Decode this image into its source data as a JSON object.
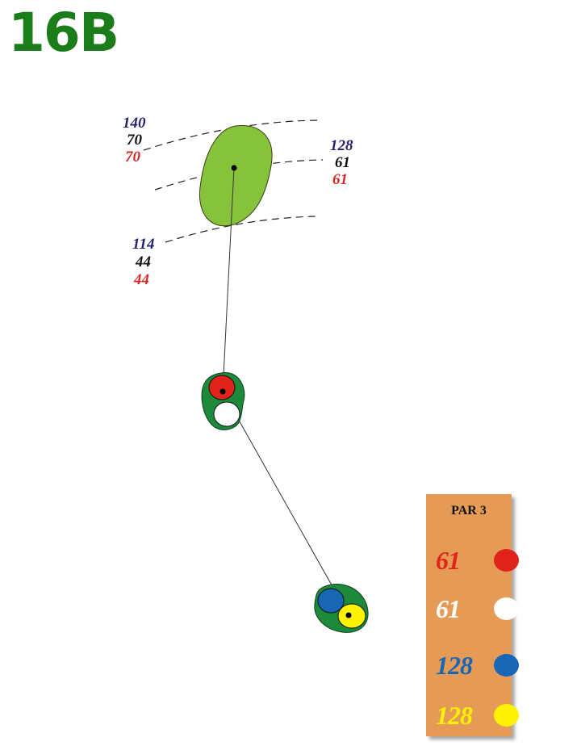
{
  "hole": {
    "title": "16B"
  },
  "distances": {
    "back": {
      "blue": "140",
      "black": "70",
      "red": "70"
    },
    "middle": {
      "blue": "128",
      "black": "61",
      "red": "61"
    },
    "front": {
      "blue": "114",
      "black": "44",
      "red": "44"
    }
  },
  "colors": {
    "fairway_green": "#87c33a",
    "tee_green": "#1c8a3a",
    "title_green": "#1a7d1a",
    "card_orange": "#e59a56"
  },
  "scorecard": {
    "par": "PAR 3",
    "tees": [
      {
        "yards": "61",
        "color": "#e0241b",
        "name": "red"
      },
      {
        "yards": "61",
        "color": "#ffffff",
        "name": "white"
      },
      {
        "yards": "128",
        "color": "#1767b5",
        "name": "blue"
      },
      {
        "yards": "128",
        "color": "#fff200",
        "name": "yellow"
      }
    ]
  }
}
